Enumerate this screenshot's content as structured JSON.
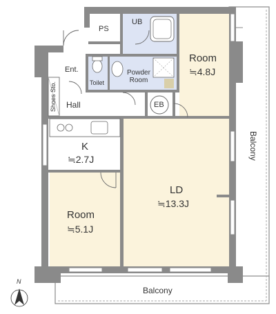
{
  "rooms": {
    "ps": {
      "name": "PS"
    },
    "ub": {
      "name": "UB"
    },
    "entrance": {
      "name": "Ent."
    },
    "toilet": {
      "name": "Toilet"
    },
    "powder_room": {
      "name_line1": "Powder",
      "name_line2": "Room"
    },
    "room_north": {
      "name": "Room",
      "area": "≒4.8J"
    },
    "shoes_storage": {
      "name": "Shoes Sto."
    },
    "hall": {
      "name": "Hall"
    },
    "eb": {
      "name": "EB"
    },
    "kitchen": {
      "name": "K",
      "area": "≒2.7J"
    },
    "ld": {
      "name": "LD",
      "area": "≒13.3J"
    },
    "room_south": {
      "name": "Room",
      "area": "≒5.1J"
    }
  },
  "balconies": {
    "east": "Balcony",
    "south": "Balcony"
  },
  "compass": {
    "label": "N"
  },
  "colors": {
    "wall": "#8a8a8a",
    "floor_living": "#fbf3dc",
    "floor_wet": "#dde4f4",
    "floor_plain": "#ffffff",
    "line": "#6a6a6a"
  }
}
